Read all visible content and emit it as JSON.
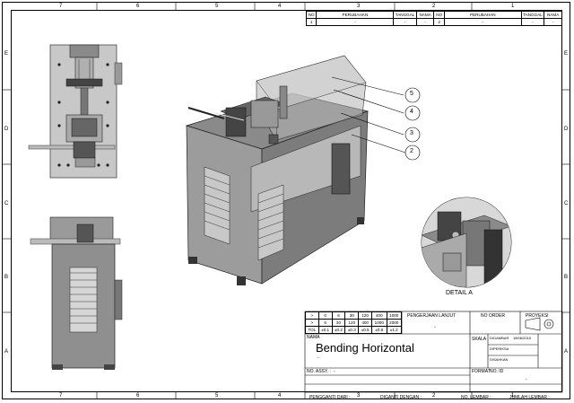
{
  "zones": {
    "top_numbers": [
      "7",
      "6",
      "5",
      "4",
      "3",
      "2",
      "1"
    ],
    "bottom_numbers": [
      "7",
      "6",
      "5",
      "4",
      "3",
      "2",
      "1"
    ],
    "left_letters": [
      "E",
      "D",
      "C",
      "B",
      "A"
    ],
    "right_letters": [
      "E",
      "D",
      "C",
      "B",
      "A"
    ]
  },
  "revision_table": {
    "headers": [
      "NO",
      "PERUBAHAN",
      "TANGGAL",
      "NAMA",
      "NO",
      "PERUBAHAN",
      "TANGGAL",
      "NAMA"
    ],
    "row": [
      "1",
      "-",
      "-",
      "-",
      "2",
      "-",
      "-",
      "-"
    ]
  },
  "callouts": [
    "5",
    "4",
    "3",
    "2"
  ],
  "detail_label": "DETAIL A",
  "title_block": {
    "tolerance_row1": [
      "0",
      "6",
      "30",
      "120",
      "400",
      "1000"
    ],
    "tolerance_row2": [
      "6",
      "30",
      "120",
      "400",
      "1000",
      "2000"
    ],
    "tolerance_label": "TOL",
    "tolerance_values": [
      "±0.1",
      "±0.2",
      "±0.3",
      "±0.5",
      "±0.8",
      "±1.2"
    ],
    "pengerjaan": "PENGERJAAN LANJUT",
    "pengerjaan_value": "-",
    "no_order": "NO ORDER",
    "proyeksi": "PROYEKSI",
    "nama_label": "NAMA",
    "title": "Bending Horizontal",
    "title_sub": "-",
    "skala": "SKALA",
    "digambar": "DIGAMBAR",
    "digambar_date": "18/06/2015",
    "diperiksa": "DIPERIKSA",
    "disahkan": "DISAHKAN",
    "no_assy": "NO. ASSY. :",
    "no_assy_value": "-",
    "format": "FORMAT",
    "no_id": "NO. ID",
    "no_id_value": "-",
    "footer": [
      "PENGGANTI DARI :",
      "DIGANTI DENGAN :",
      "NO. LEMBAR :",
      "JUMLAH LEMBAR :"
    ]
  }
}
